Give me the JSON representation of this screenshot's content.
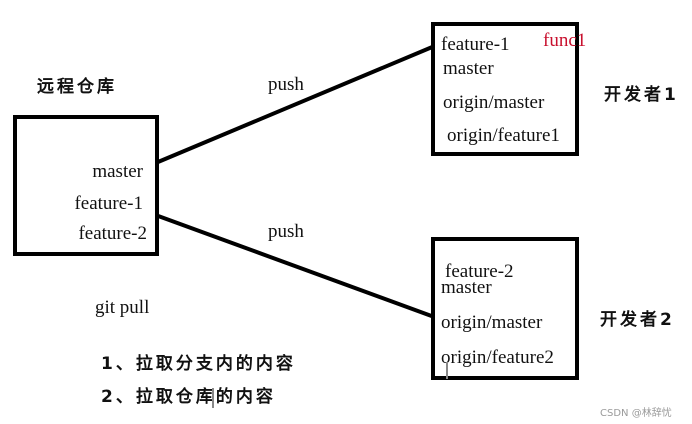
{
  "remote": {
    "title": "远程仓库",
    "branches": [
      "master",
      "feature-1",
      "feature-2"
    ]
  },
  "developer1": {
    "label": "开发者1",
    "branches": [
      "feature-1",
      "master",
      "origin/master",
      "origin/feature1"
    ],
    "annotation": "func1",
    "annotation_color": "#c8102e"
  },
  "developer2": {
    "label": "开发者2",
    "branches": [
      "feature-2",
      "master",
      "origin/master",
      "origin/feature2"
    ]
  },
  "arrows": [
    {
      "label": "push",
      "from": "remote.master",
      "to": "developer1.feature-1"
    },
    {
      "label": "push",
      "from": "remote.feature-1",
      "to": "developer2.origin/master"
    }
  ],
  "notes": {
    "command": "git pull",
    "items": [
      "1、拉取分支内的内容",
      "2、拉取仓库的内容"
    ]
  },
  "watermark": "CSDN @林辞忧"
}
